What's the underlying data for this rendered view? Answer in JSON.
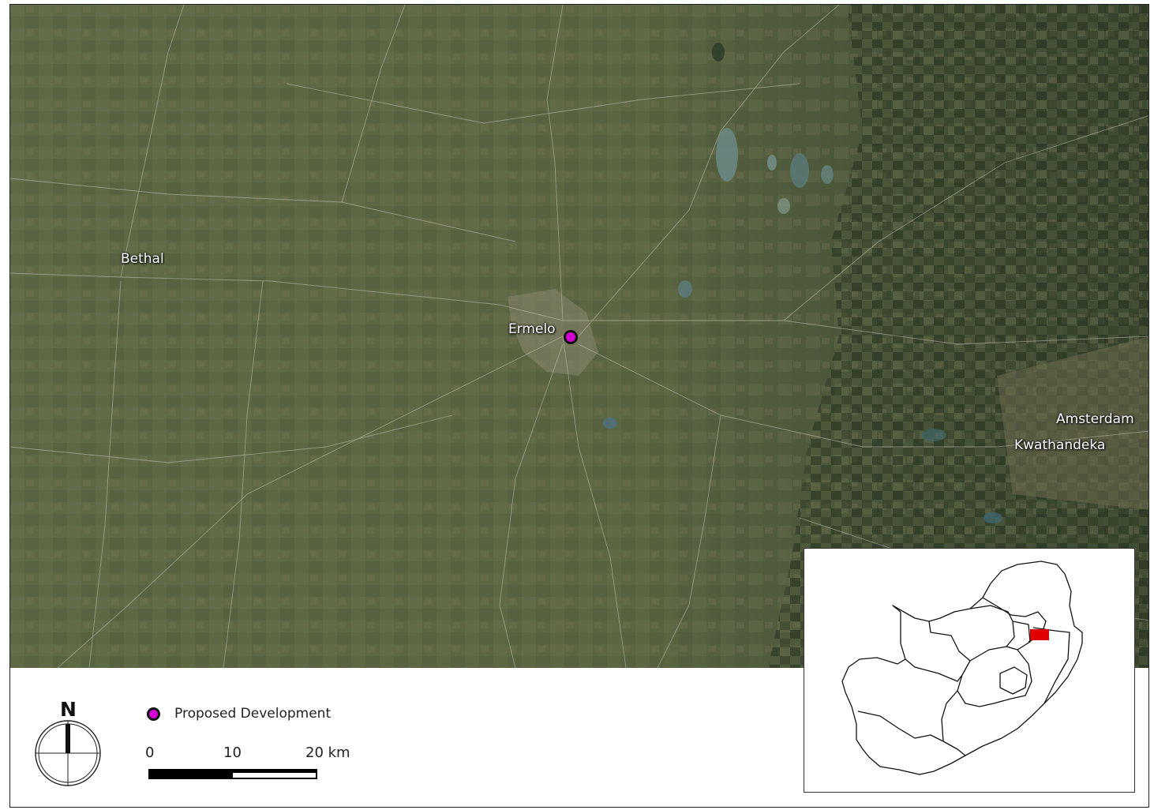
{
  "map": {
    "towns": [
      {
        "name": "Bethal"
      },
      {
        "name": "Ermelo"
      },
      {
        "name": "Amsterdam"
      },
      {
        "name": "Kwathandeka"
      }
    ]
  },
  "legend": {
    "marker_label": "Proposed Development",
    "marker_color": "#d400d4"
  },
  "scale": {
    "labels": [
      "0",
      "10",
      "20 km"
    ]
  },
  "north_arrow": {
    "letter": "N",
    "icon": "north-arrow-icon"
  },
  "inset": {
    "highlight_color": "#e00000",
    "icon": "south-africa-outline-icon"
  }
}
